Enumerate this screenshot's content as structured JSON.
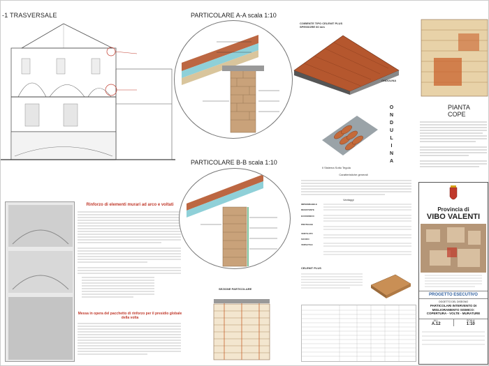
{
  "sections": {
    "trasversale": "-1 TRASVERSALE",
    "particolare_aa": "PARTICOLARE A-A scala 1:10",
    "particolare_bb": "PARTICOLARE B-B scala 1:10",
    "pianta": "PIANTA COPE",
    "sezione": "SEZIONE PARTICOLARE",
    "onduline_vertical": "ONDULINA",
    "onduline_label": "ONDULINA",
    "coibente_label": "COIBENTE TIPO CELENIT PLUS SPESSORE 60 mm",
    "sistema_label": "Il Sistema Sotto Tegola"
  },
  "reinforcement": {
    "title": "Rinforzo di elementi murari ad arco e voltati",
    "subtitle": "Messa in opera del pacchetto di rinforzo per il presidio globale della volta"
  },
  "characteristics": {
    "title": "Caratteristiche generali",
    "subtitle": "Vantaggi",
    "bullets": [
      "IMPERMEABILE",
      "RESISTENTE",
      "ECONOMICO",
      "PROTEGGE",
      "VENTILATO",
      "SICURO",
      "VERSATILE"
    ]
  },
  "celenit": {
    "label": "CELENIT PLUS"
  },
  "title_block": {
    "provincia": "Provincia di",
    "ente": "VIBO VALENTI",
    "progetto": "PROGETTO ESECUTIVO",
    "oggetto_label": "OGGETTO DEL DISEGNO",
    "oggetto": "PARTICOLARI INTERVENTO DI MIGLIORAMENTO SISMICO: COPERTURA - VOLTE - MURATURE",
    "tav_label": "ALL.",
    "tav": "A.12",
    "scala_label": "SCALA",
    "scala": "1:10"
  },
  "colors": {
    "brick": "#c9a27a",
    "tile": "#b5572e",
    "insulation": "#8fd0d8",
    "title_red": "#c0392b",
    "band_blue": "#2f5f9e"
  }
}
